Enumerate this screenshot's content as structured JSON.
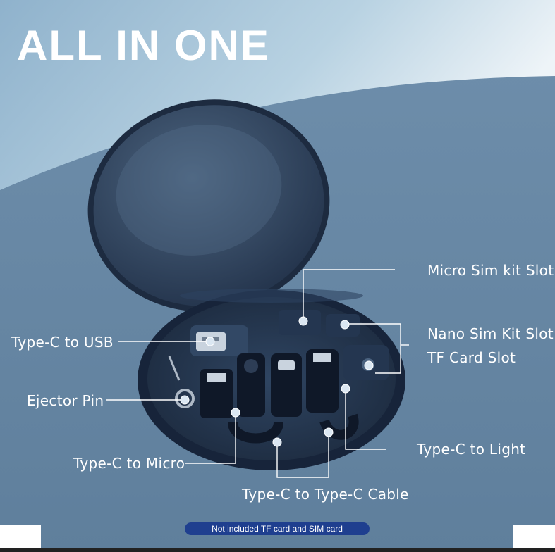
{
  "title": "ALL IN ONE",
  "labels": {
    "micro_sim": "Micro Sim kit Slot",
    "nano_sim": "Nano Sim Kit Slot",
    "tf_card": "TF  Card Slot",
    "type_c_usb": "Type-C to USB",
    "ejector_pin": "Ejector Pin",
    "type_c_micro": "Type-C to Micro",
    "type_c_light": "Type-C to Light",
    "type_c_cable": "Type-C to Type-C Cable"
  },
  "note": "Not included TF card and SIM card",
  "colors": {
    "background": "#6a89a6",
    "case": "#22324a",
    "note_badge": "#1f3f8f"
  }
}
